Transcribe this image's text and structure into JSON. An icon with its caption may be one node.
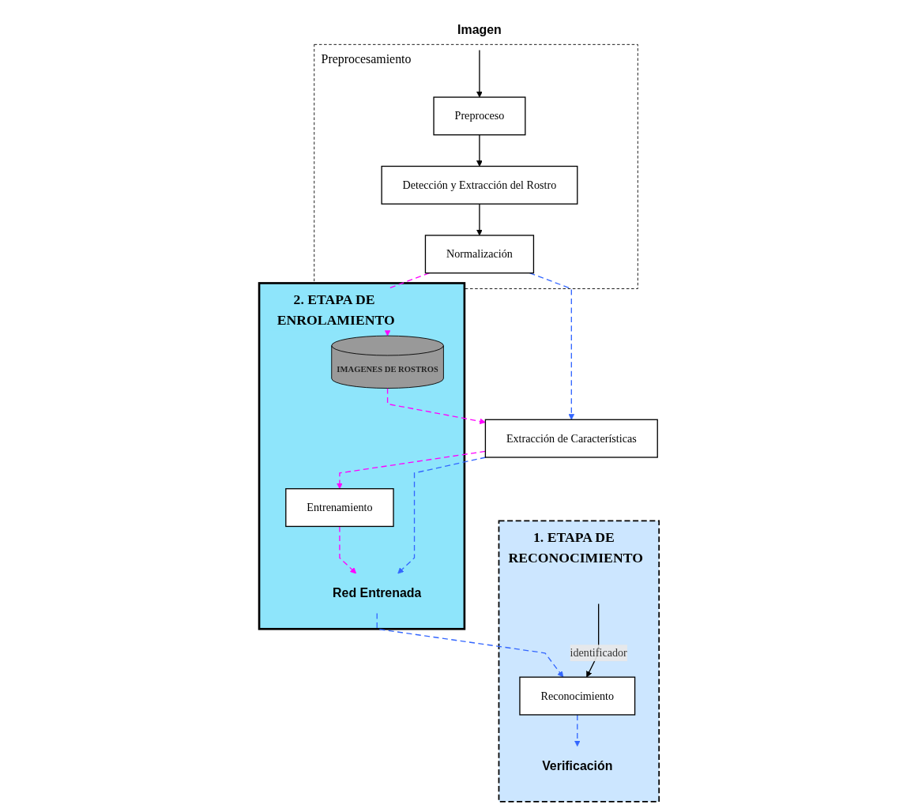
{
  "diagram": {
    "nodes": [
      {
        "text": [
          "2. ETAPA DE ENROLAMIENTO"
        ]
      },
      {
        "text": [
          "Entrenamiento"
        ],
        "in": 0
      },
      {
        "text": [
          "Red Entrenada"
        ],
        "in": 0
      },
      {
        "text": [
          "IMAGENES DE ROSTROS"
        ],
        "in": 0
      },
      {
        "text": [
          "1. ETAPA DE RECONOCIMIENTO"
        ]
      },
      {
        "text": [
          "Preprocesamiento"
        ]
      },
      {
        "text": [
          "Imagen"
        ]
      },
      {
        "text": [
          "Preproceso"
        ],
        "in": 5
      },
      {
        "text": [
          "Detección y Extracción del Rostro"
        ],
        "in": 5
      },
      {
        "text": [
          "Normalización"
        ],
        "in": 5
      },
      {
        "text": [
          "Extracción de Características"
        ]
      },
      {
        "text": [
          "Reconocimiento"
        ],
        "in": 4
      },
      {
        "text": [
          "Verificación"
        ],
        "in": 4
      }
    ],
    "edges": [
      {
        "from": 6,
        "to": 7,
        "arrow": "to"
      },
      {
        "from": 7,
        "to": 8,
        "arrow": "to"
      },
      {
        "from": 8,
        "to": 9,
        "arrow": "to"
      },
      {
        "from": 9,
        "to": 3,
        "arrow": "to",
        "style": "dashed",
        "color": "#ff00ff"
      },
      {
        "from": 3,
        "to": 10,
        "arrow": "to",
        "style": "dashed",
        "color": "#ff00ff"
      },
      {
        "from": 9,
        "to": 10,
        "arrow": "to",
        "style": "dashed",
        "color": "#3366ff"
      },
      {
        "from": 10,
        "to": 1,
        "arrow": "to",
        "style": "dashed",
        "color": "#ff00ff"
      },
      {
        "from": 1,
        "to": 2,
        "arrow": "to",
        "style": "dashed",
        "color": "#ff00ff"
      },
      {
        "from": 10,
        "to": 2,
        "arrow": "to",
        "style": "dashed",
        "color": "#3366ff"
      },
      {
        "from": 2,
        "to": 11,
        "arrow": "to",
        "style": "dashed",
        "color": "#3366ff"
      },
      {
        "from": null,
        "to": 11,
        "arrow": "to",
        "label": "identificador"
      },
      {
        "from": 11,
        "to": 12,
        "arrow": "to",
        "style": "dashed",
        "color": "#3366ff"
      }
    ]
  }
}
